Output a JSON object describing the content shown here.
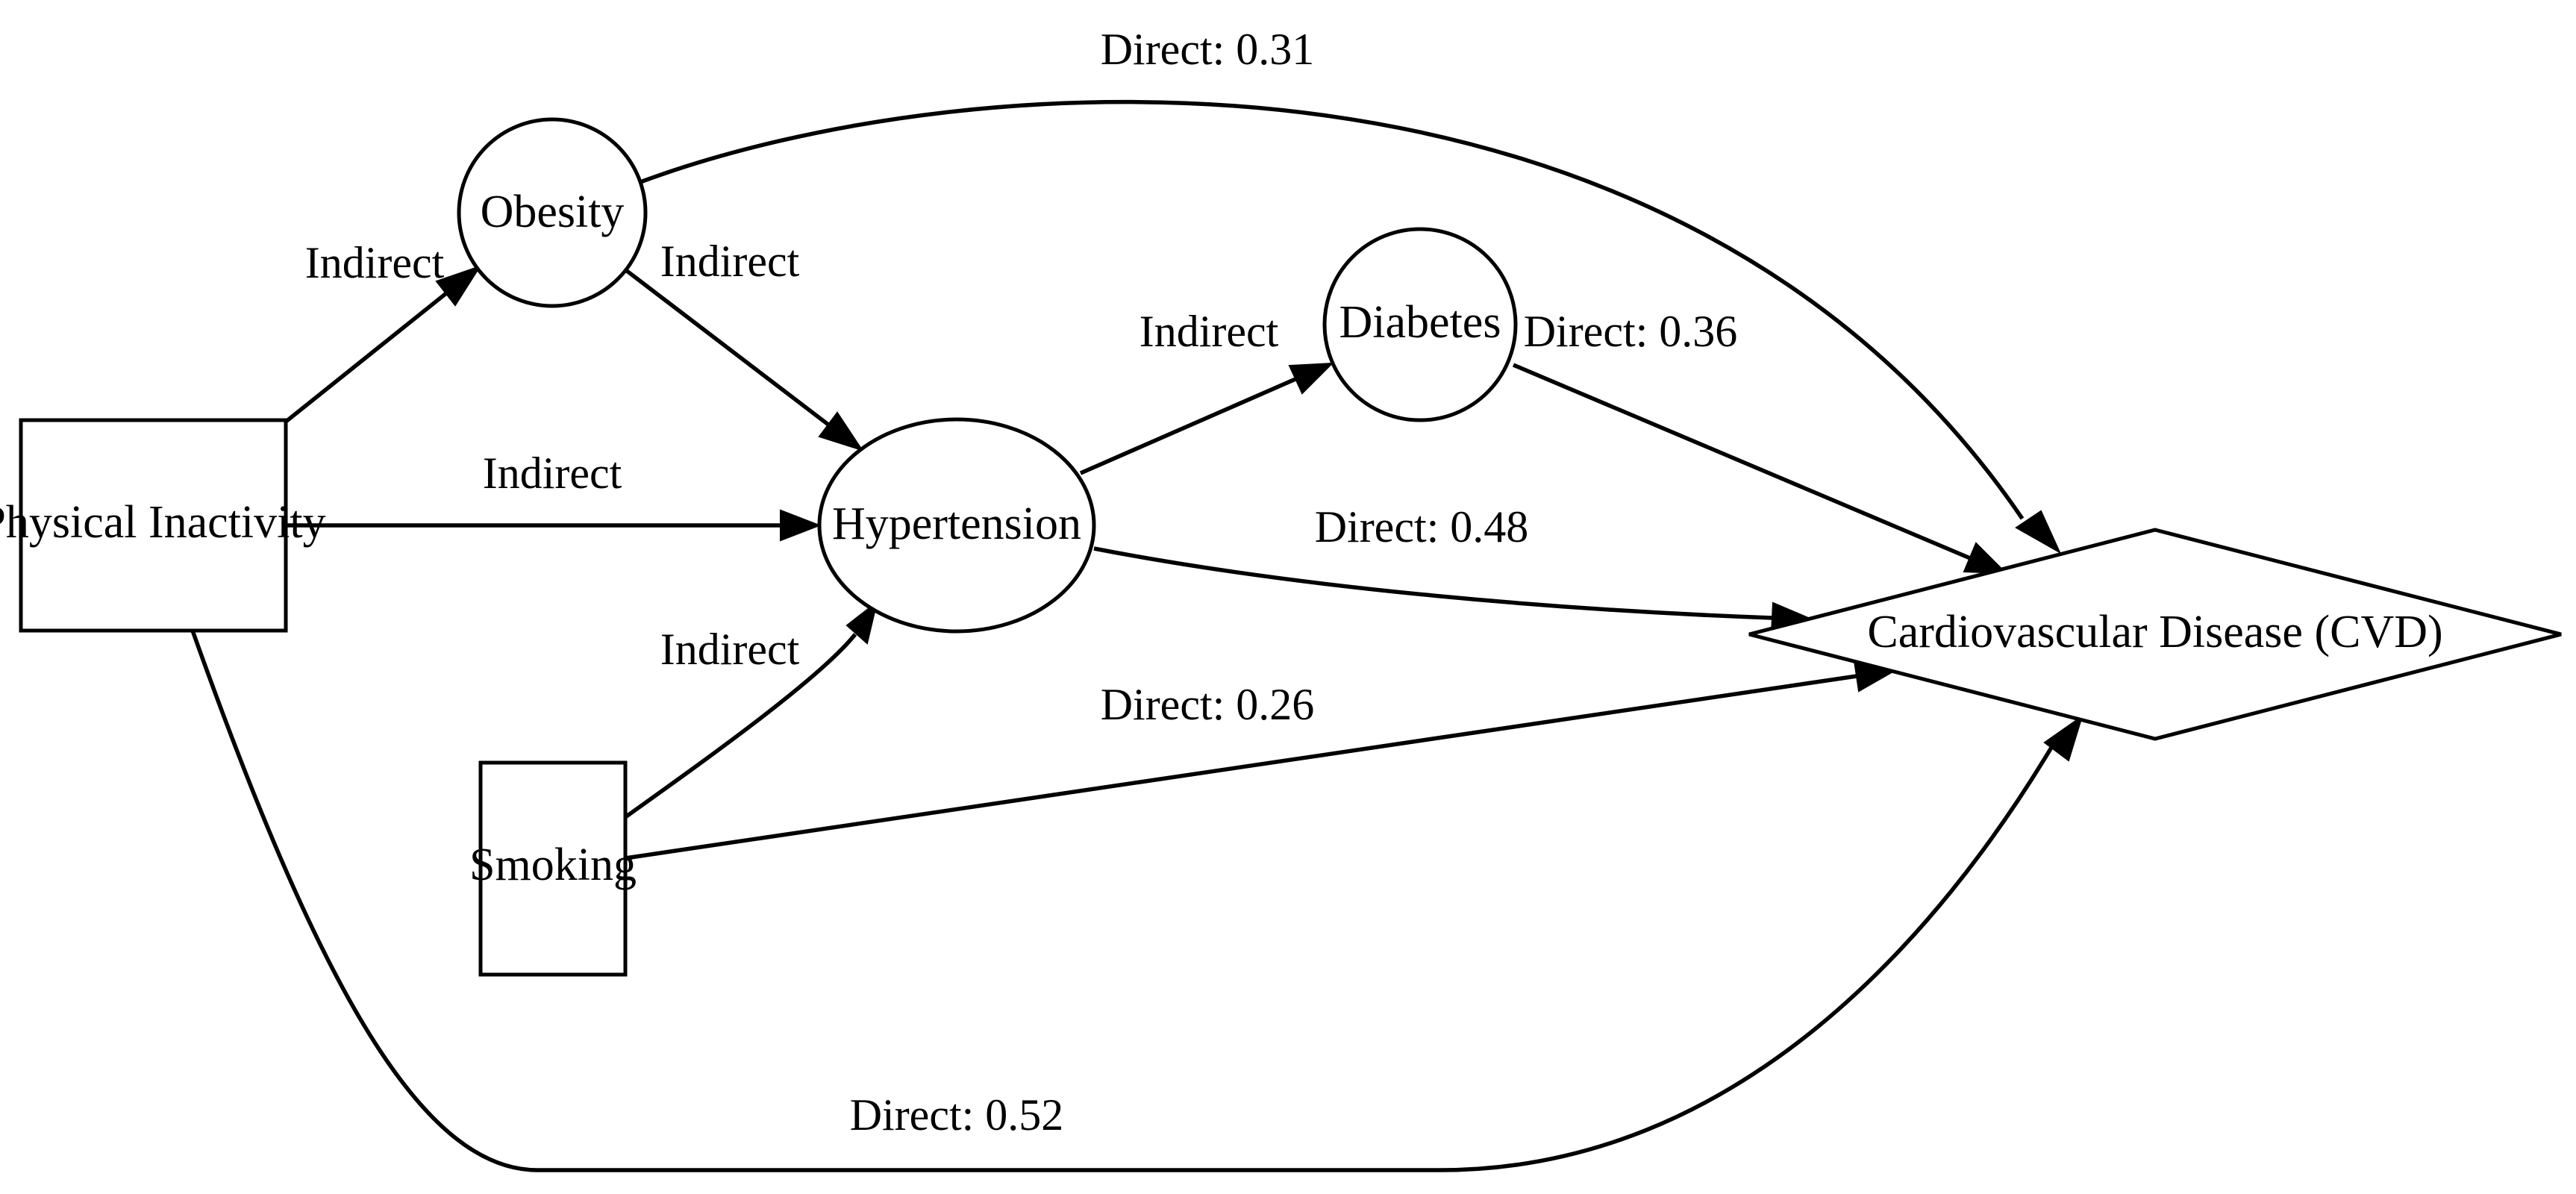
{
  "diagram": {
    "colors": {
      "stroke": "#000000",
      "fill": "#ffffff",
      "background": "#ffffff"
    },
    "nodes": {
      "physical_inactivity": {
        "label": "Physical Inactivity",
        "shape": "box"
      },
      "obesity": {
        "label": "Obesity",
        "shape": "circle"
      },
      "hypertension": {
        "label": "Hypertension",
        "shape": "ellipse"
      },
      "smoking": {
        "label": "Smoking",
        "shape": "box"
      },
      "diabetes": {
        "label": "Diabetes",
        "shape": "circle"
      },
      "cvd": {
        "label": "Cardiovascular Disease (CVD)",
        "shape": "diamond"
      }
    },
    "edges": {
      "inactivity_obesity": {
        "from": "Physical Inactivity",
        "to": "Obesity",
        "label": "Indirect"
      },
      "obesity_hypertension": {
        "from": "Obesity",
        "to": "Hypertension",
        "label": "Indirect"
      },
      "inactivity_hypertension": {
        "from": "Physical Inactivity",
        "to": "Hypertension",
        "label": "Indirect"
      },
      "smoking_hypertension": {
        "from": "Smoking",
        "to": "Hypertension",
        "label": "Indirect"
      },
      "hypertension_diabetes": {
        "from": "Hypertension",
        "to": "Diabetes",
        "label": "Indirect"
      },
      "obesity_cvd": {
        "from": "Obesity",
        "to": "Cardiovascular Disease (CVD)",
        "label": "Direct: 0.31"
      },
      "diabetes_cvd": {
        "from": "Diabetes",
        "to": "Cardiovascular Disease (CVD)",
        "label": "Direct: 0.36"
      },
      "hypertension_cvd": {
        "from": "Hypertension",
        "to": "Cardiovascular Disease (CVD)",
        "label": "Direct: 0.48"
      },
      "smoking_cvd": {
        "from": "Smoking",
        "to": "Cardiovascular Disease (CVD)",
        "label": "Direct: 0.26"
      },
      "inactivity_cvd": {
        "from": "Physical Inactivity",
        "to": "Cardiovascular Disease (CVD)",
        "label": "Direct: 0.52"
      }
    }
  }
}
